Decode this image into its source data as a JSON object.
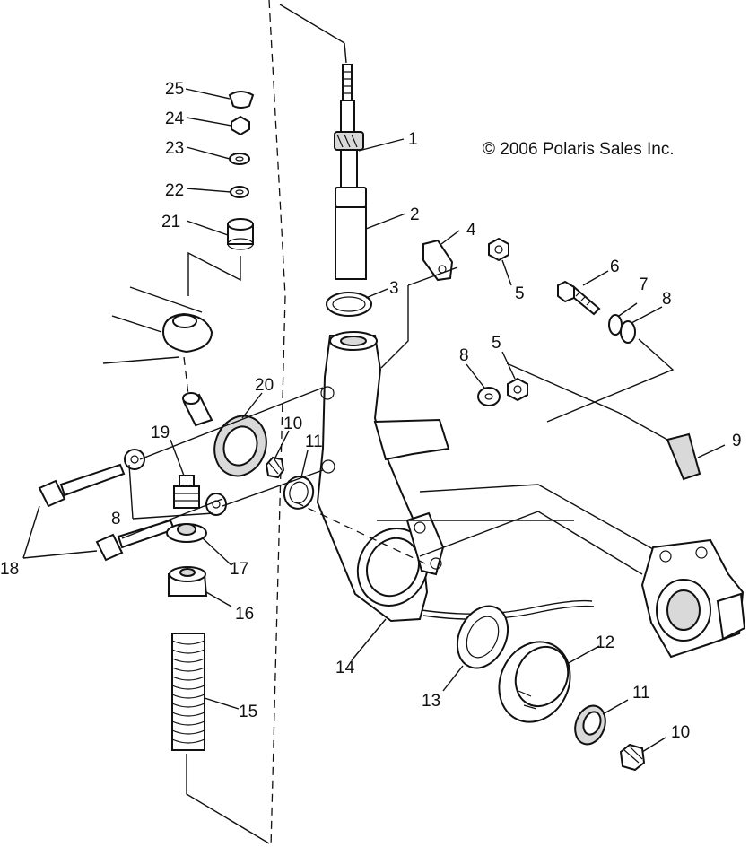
{
  "copyright": "© 2006 Polaris Sales Inc.",
  "callouts": [
    {
      "id": "c1",
      "label": "1"
    },
    {
      "id": "c2",
      "label": "2"
    },
    {
      "id": "c3",
      "label": "3"
    },
    {
      "id": "c4",
      "label": "4"
    },
    {
      "id": "c5a",
      "label": "5"
    },
    {
      "id": "c5b",
      "label": "5"
    },
    {
      "id": "c6",
      "label": "6"
    },
    {
      "id": "c7",
      "label": "7"
    },
    {
      "id": "c8a",
      "label": "8"
    },
    {
      "id": "c8b",
      "label": "8"
    },
    {
      "id": "c8c",
      "label": "8"
    },
    {
      "id": "c9",
      "label": "9"
    },
    {
      "id": "c10a",
      "label": "10"
    },
    {
      "id": "c10b",
      "label": "10"
    },
    {
      "id": "c11a",
      "label": "11"
    },
    {
      "id": "c11b",
      "label": "11"
    },
    {
      "id": "c12",
      "label": "12"
    },
    {
      "id": "c13",
      "label": "13"
    },
    {
      "id": "c14",
      "label": "14"
    },
    {
      "id": "c15",
      "label": "15"
    },
    {
      "id": "c16",
      "label": "16"
    },
    {
      "id": "c17",
      "label": "17"
    },
    {
      "id": "c18",
      "label": "18"
    },
    {
      "id": "c19",
      "label": "19"
    },
    {
      "id": "c20",
      "label": "20"
    },
    {
      "id": "c21",
      "label": "21"
    },
    {
      "id": "c22",
      "label": "22"
    },
    {
      "id": "c23",
      "label": "23"
    },
    {
      "id": "c24",
      "label": "24"
    },
    {
      "id": "c25",
      "label": "25"
    }
  ]
}
